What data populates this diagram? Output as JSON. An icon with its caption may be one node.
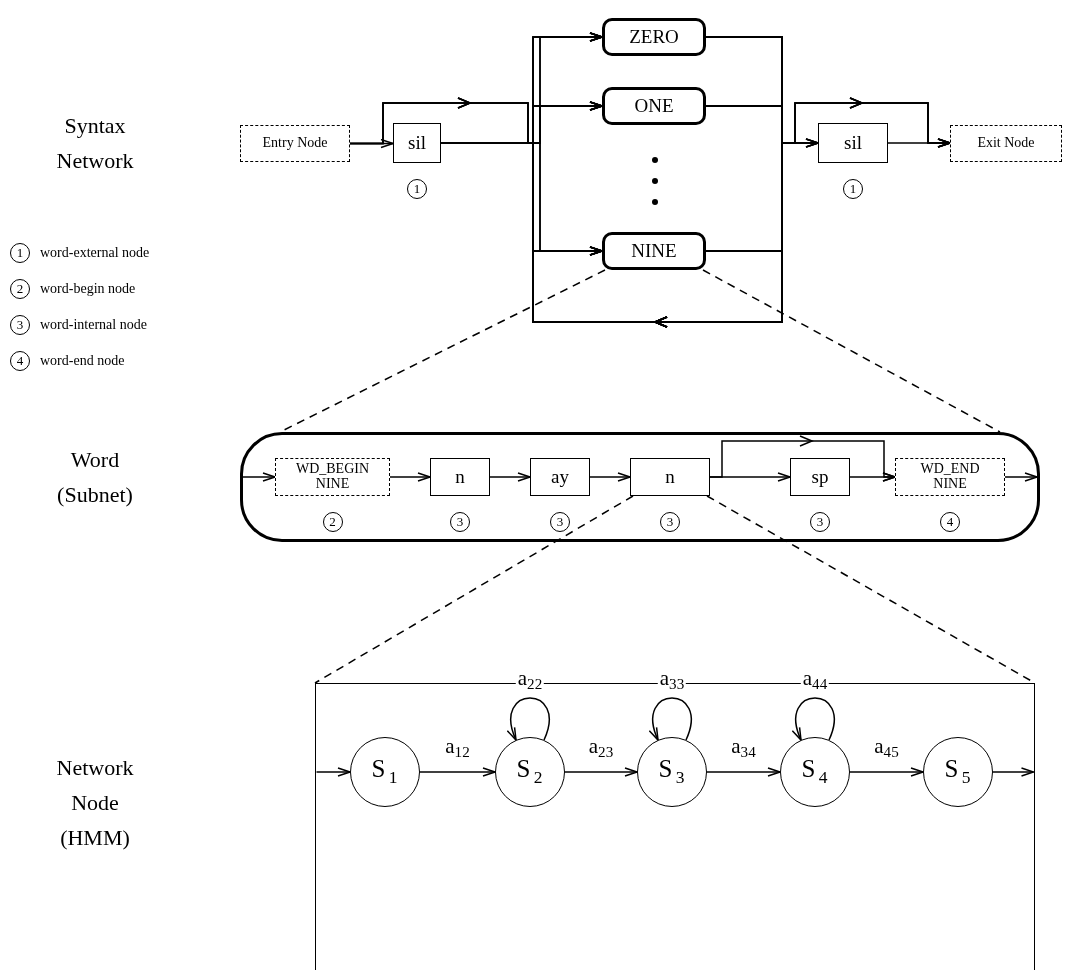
{
  "diagram": {
    "nodes": [
      {
        "text": [
          "Entry Node"
        ]
      },
      {
        "text": [
          "sil"
        ],
        "beside": [
          "1"
        ]
      },
      {
        "text": [
          "ZERO"
        ]
      },
      {
        "text": [
          "ONE"
        ]
      },
      {
        "text": [
          "NINE"
        ]
      },
      {
        "text": [
          "sil"
        ],
        "beside": [
          "1"
        ]
      },
      {
        "text": [
          "Exit Node"
        ]
      },
      {
        "text": [],
        "shape": "box"
      },
      {
        "text": [
          "WD_BEGIN NINE"
        ],
        "in": 7,
        "beside": [
          "2"
        ]
      },
      {
        "text": [
          "n"
        ],
        "in": 7,
        "beside": [
          "3"
        ]
      },
      {
        "text": [
          "ay"
        ],
        "in": 7,
        "beside": [
          "3"
        ]
      },
      {
        "text": [
          "n"
        ],
        "in": 7,
        "beside": [
          "3"
        ]
      },
      {
        "text": [
          "sp"
        ],
        "in": 7,
        "beside": [
          "3"
        ]
      },
      {
        "text": [
          "WD_END NINE"
        ],
        "in": 7,
        "beside": [
          "4"
        ]
      },
      {
        "text": [],
        "shape": "box"
      },
      {
        "text": [
          "S$_{1}$"
        ],
        "in": 14
      },
      {
        "text": [
          "S$_{2}$"
        ],
        "in": 14
      },
      {
        "text": [
          "S$_{3}$"
        ],
        "in": 14
      },
      {
        "text": [
          "S$_{4}$"
        ],
        "in": 14
      },
      {
        "text": [
          "S$_{5}$"
        ],
        "in": 14
      }
    ],
    "edges": [
      {
        "from": 0,
        "to": 1,
        "arrow": "to"
      },
      {
        "from": 0,
        "to": 2,
        "arrow": "to"
      },
      {
        "from": 0,
        "to": 3,
        "arrow": "to"
      },
      {
        "from": 0,
        "to": 4,
        "arrow": "to"
      },
      {
        "from": 1,
        "to": 2,
        "arrow": "to"
      },
      {
        "from": 1,
        "to": 3,
        "arrow": "to"
      },
      {
        "from": 1,
        "to": 4,
        "arrow": "to"
      },
      {
        "from": 2,
        "to": 5,
        "arrow": "to"
      },
      {
        "from": 3,
        "to": 5,
        "arrow": "to"
      },
      {
        "from": 4,
        "to": 5,
        "arrow": "to"
      },
      {
        "from": 2,
        "to": 6,
        "arrow": "to"
      },
      {
        "from": 3,
        "to": 6,
        "arrow": "to"
      },
      {
        "from": 4,
        "to": 6,
        "arrow": "to"
      },
      {
        "from": 5,
        "to": 6,
        "arrow": "to"
      },
      {
        "from": 2,
        "to": 2,
        "arrow": "to"
      },
      {
        "from": 2,
        "to": 3,
        "arrow": "to"
      },
      {
        "from": 2,
        "to": 4,
        "arrow": "to"
      },
      {
        "from": 3,
        "to": 2,
        "arrow": "to"
      },
      {
        "from": 3,
        "to": 3,
        "arrow": "to"
      },
      {
        "from": 3,
        "to": 4,
        "arrow": "to"
      },
      {
        "from": 4,
        "to": 2,
        "arrow": "to"
      },
      {
        "from": 4,
        "to": 3,
        "arrow": "to"
      },
      {
        "from": 4,
        "to": 4,
        "arrow": "to"
      },
      {
        "from": 4,
        "to": 7,
        "arrow": "none",
        "style": "dashed"
      },
      {
        "from": 4,
        "to": 7,
        "arrow": "none",
        "style": "dashed"
      },
      {
        "from": null,
        "to": 8,
        "arrow": "to"
      },
      {
        "from": 8,
        "to": 9,
        "arrow": "to"
      },
      {
        "from": 9,
        "to": 10,
        "arrow": "to"
      },
      {
        "from": 10,
        "to": 11,
        "arrow": "to"
      },
      {
        "from": 11,
        "to": 12,
        "arrow": "to"
      },
      {
        "from": 11,
        "to": 13,
        "arrow": "to"
      },
      {
        "from": 12,
        "to": 13,
        "arrow": "to"
      },
      {
        "from": 13,
        "to": null,
        "arrow": "to"
      },
      {
        "from": 11,
        "to": 14,
        "arrow": "none",
        "style": "dashed"
      },
      {
        "from": 11,
        "to": 14,
        "arrow": "none",
        "style": "dashed"
      },
      {
        "from": null,
        "to": 15,
        "arrow": "to"
      },
      {
        "from": 15,
        "to": 16,
        "arrow": "to",
        "label": "a$_{12}$"
      },
      {
        "from": 16,
        "to": 16,
        "arrow": "to",
        "label": "a$_{22}$"
      },
      {
        "from": 16,
        "to": 17,
        "arrow": "to",
        "label": "a$_{23}$"
      },
      {
        "from": 17,
        "to": 17,
        "arrow": "to",
        "label": "a$_{33}$"
      },
      {
        "from": 17,
        "to": 18,
        "arrow": "to",
        "label": "a$_{34}$"
      },
      {
        "from": 18,
        "to": 18,
        "arrow": "to",
        "label": "a$_{44}$"
      },
      {
        "from": 18,
        "to": 19,
        "arrow": "to",
        "label": "a$_{45}$"
      },
      {
        "from": 19,
        "to": null,
        "arrow": "to"
      }
    ],
    "labels": [
      "Syntax Network",
      "1",
      "2",
      "3",
      "4",
      "Word (Subnet)",
      "Network Node (HMM)"
    ],
    "legend": [
      {
        "text": "word-external node"
      },
      {
        "text": "word-begin node"
      },
      {
        "text": "word-internal node"
      },
      {
        "text": "word-end node"
      }
    ]
  }
}
